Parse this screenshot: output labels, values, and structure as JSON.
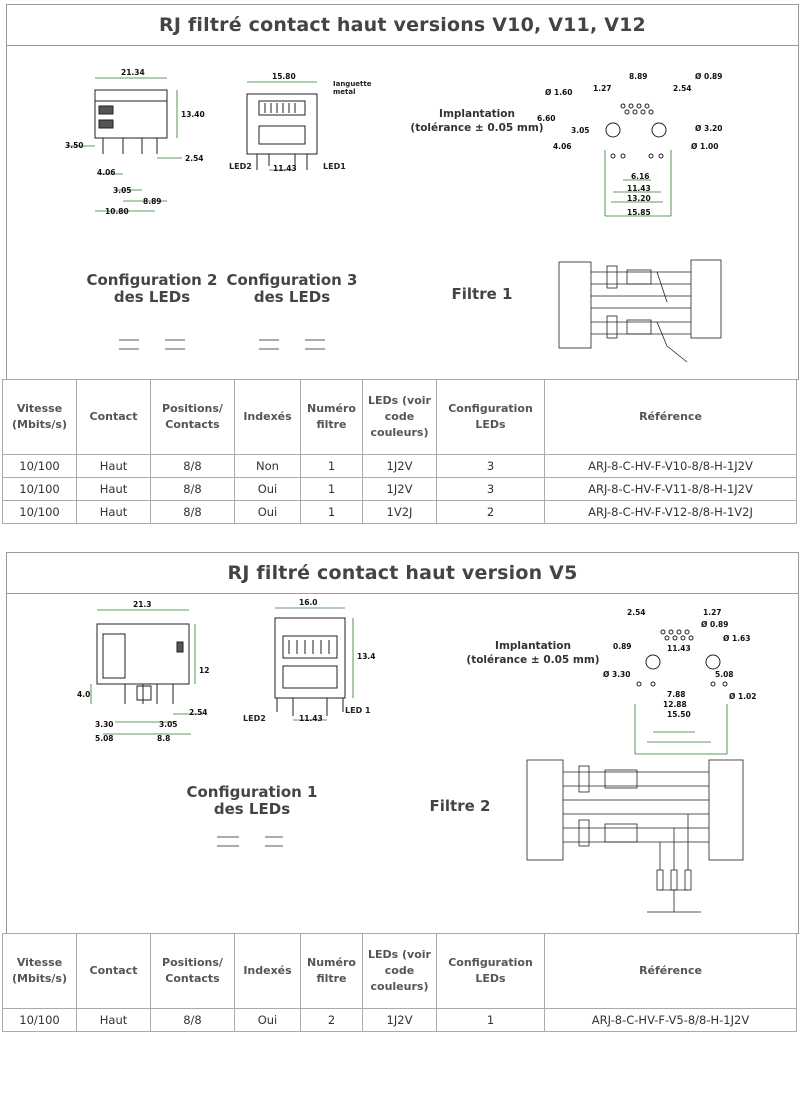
{
  "section1": {
    "title": "RJ filtré contact haut versions V10, V11, V12",
    "dims_front": [
      "21.34",
      "13.40",
      "3.50",
      "4.06",
      "3.05",
      "8.89",
      "10.80",
      "2.54"
    ],
    "dims_back": [
      "15.80",
      "11.43"
    ],
    "led_labels": [
      "LED2",
      "LED1"
    ],
    "tab_label": "Ianguette metal",
    "implantation_title": "Implantation",
    "implantation_tolerance": "(tolérance ± 0.05 mm)",
    "implantation_dims": [
      "1.27",
      "8.89",
      "Ø 0.89",
      "Ø 1.60",
      "2.54",
      "6.60",
      "3.05",
      "Ø 3.20",
      "4.06",
      "Ø 1.00",
      "6.16",
      "11.43",
      "13.20",
      "15.85"
    ],
    "config2": "Configuration 2\ndes LEDs",
    "config3": "Configuration 3\ndes LEDs",
    "filter_label": "Filtre 1"
  },
  "table1": {
    "headers": [
      "Vitesse (Mbits/s)",
      "Contact",
      "Positions/ Contacts",
      "Indexés",
      "Numéro filtre",
      "LEDs (voir code couleurs)",
      "Configuration LEDs",
      "Référence"
    ],
    "rows": [
      [
        "10/100",
        "Haut",
        "8/8",
        "Non",
        "1",
        "1J2V",
        "3",
        "ARJ-8-C-HV-F-V10-8/8-H-1J2V"
      ],
      [
        "10/100",
        "Haut",
        "8/8",
        "Oui",
        "1",
        "1J2V",
        "3",
        "ARJ-8-C-HV-F-V11-8/8-H-1J2V"
      ],
      [
        "10/100",
        "Haut",
        "8/8",
        "Oui",
        "1",
        "1V2J",
        "2",
        "ARJ-8-C-HV-F-V12-8/8-H-1V2J"
      ]
    ]
  },
  "section2": {
    "title": "RJ filtré contact haut version V5",
    "dims_front": [
      "21.3",
      "12",
      "4.0",
      "3.30",
      "3.05",
      "5.08",
      "8.8",
      "2.54"
    ],
    "dims_back": [
      "16.0",
      "13.4",
      "11.43"
    ],
    "led_labels": [
      "LED2",
      "LED 1"
    ],
    "implantation_title": "Implantation",
    "implantation_tolerance": "(tolérance ± 0.05 mm)",
    "implantation_dims": [
      "2.54",
      "1.27",
      "Ø 0.89",
      "Ø 1.63",
      "0.89",
      "11.43",
      "Ø 3.30",
      "5.08",
      "7.88",
      "12.88",
      "15.50",
      "Ø 1.02"
    ],
    "config1": "Configuration 1\ndes LEDs",
    "filter_label": "Filtre 2"
  },
  "table2": {
    "headers": [
      "Vitesse (Mbits/s)",
      "Contact",
      "Positions/ Contacts",
      "Indexés",
      "Numéro filtre",
      "LEDs (voir code couleurs)",
      "Configuration LEDs",
      "Référence"
    ],
    "rows": [
      [
        "10/100",
        "Haut",
        "8/8",
        "Oui",
        "2",
        "1J2V",
        "1",
        "ARJ-8-C-HV-F-V5-8/8-H-1J2V"
      ]
    ]
  },
  "colors": {
    "dimension": "#2a7a2a",
    "border": "#9a9a9a",
    "ink": "#222222"
  }
}
